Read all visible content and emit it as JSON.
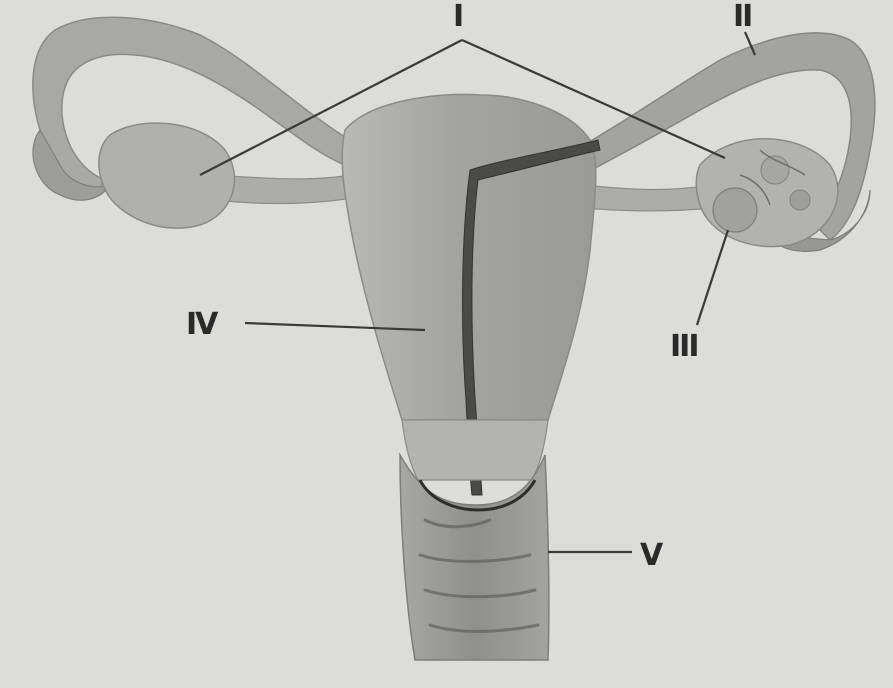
{
  "labels": {
    "I": "I",
    "II": "II",
    "III": "III",
    "IV": "IV",
    "V": "V"
  },
  "colors": {
    "background": "#dcdcd8",
    "tissue": "#a9a9a6",
    "tissue_dark": "#8e8e8b",
    "line": "#3a3a3a"
  }
}
